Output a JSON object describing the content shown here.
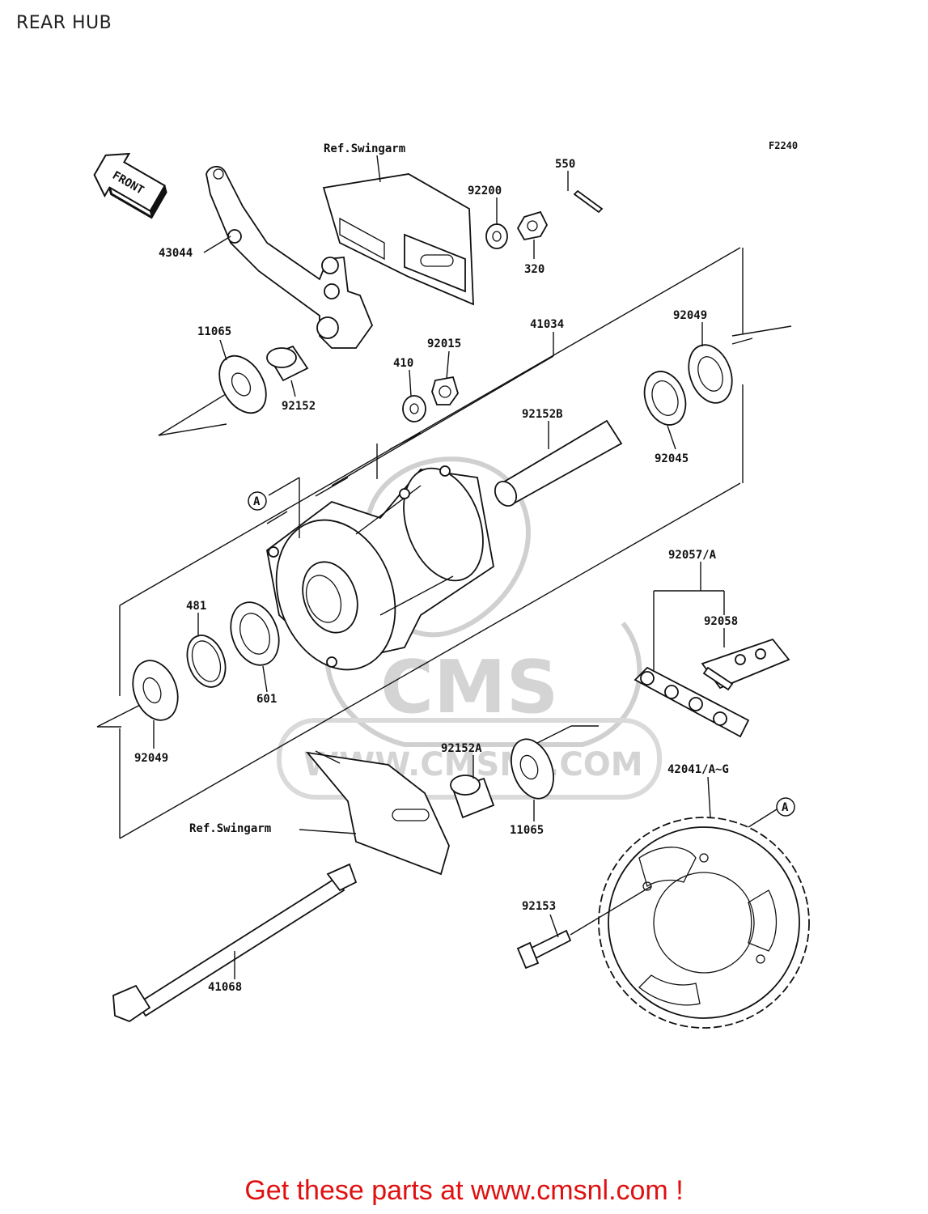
{
  "page": {
    "title": "REAR HUB",
    "footer": "Get these parts at www.cmsnl.com !"
  },
  "diagram": {
    "figure_code": "F2240",
    "front_marker": "FRONT",
    "watermark": {
      "brand": "CMS",
      "url": "WWW.CMSNL.COM"
    },
    "refs": {
      "swingarm_top": "Ref.Swingarm",
      "swingarm_bottom": "Ref.Swingarm"
    },
    "circle_marks": {
      "left": "A",
      "right": "A"
    },
    "parts": {
      "p43044": "43044",
      "p92200": "92200",
      "p550": "550",
      "p320": "320",
      "p11065_top": "11065",
      "p92152": "92152",
      "p410": "410",
      "p92015": "92015",
      "p41034": "41034",
      "p92049_top": "92049",
      "p92152b": "92152B",
      "p92045": "92045",
      "p481": "481",
      "p601": "601",
      "p92049_bottom": "92049",
      "p92057a": "92057/A",
      "p92058": "92058",
      "p92152a": "92152A",
      "p11065_bottom": "11065",
      "p42041": "42041/A~G",
      "p92153": "92153",
      "p41068": "41068"
    }
  }
}
